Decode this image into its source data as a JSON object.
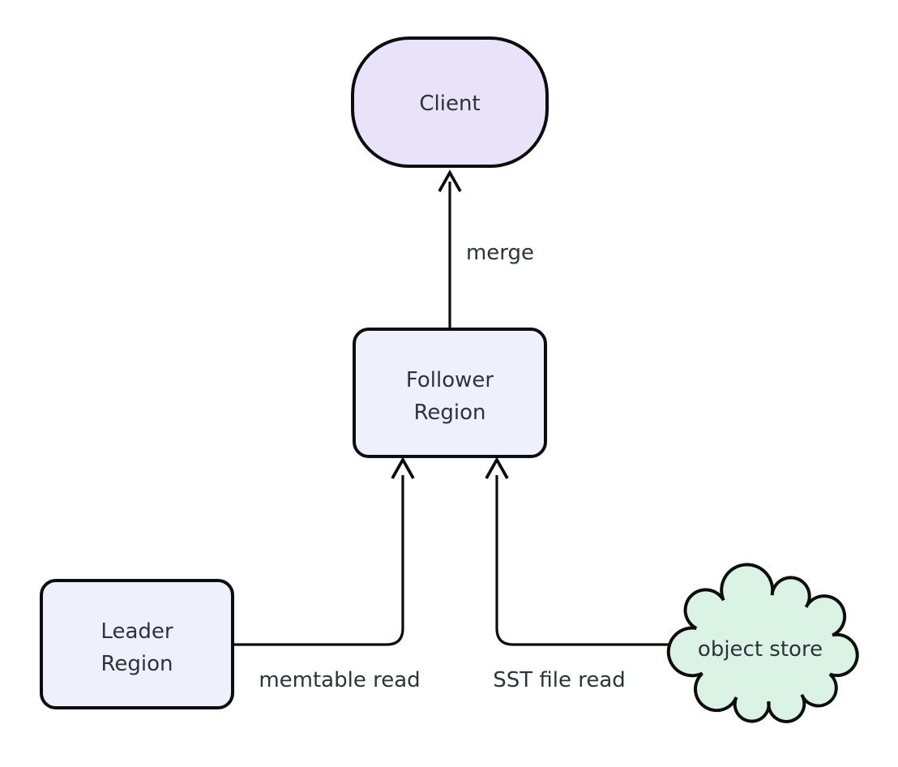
{
  "diagram": {
    "background_color": "#ffffff",
    "stroke_color": "#0d0d0d",
    "text_color": "#2d323b",
    "nodes": {
      "client": {
        "label": "Client",
        "shape": "stadium",
        "fill": "#e9e3f9"
      },
      "follower": {
        "label_lines": [
          "Follower",
          "Region"
        ],
        "shape": "rounded-rectangle",
        "fill": "#eef1fb"
      },
      "leader": {
        "label_lines": [
          "Leader",
          "Region"
        ],
        "shape": "rounded-rectangle",
        "fill": "#eef1fb"
      },
      "object_store": {
        "label": "object store",
        "shape": "cloud",
        "fill": "#dbf3e4"
      }
    },
    "edges": [
      {
        "from": "Follower Region",
        "to": "Client",
        "label": "merge"
      },
      {
        "from": "Leader Region",
        "to": "Follower Region",
        "label": "memtable read"
      },
      {
        "from": "object store",
        "to": "Follower Region",
        "label": "SST file read"
      }
    ]
  }
}
